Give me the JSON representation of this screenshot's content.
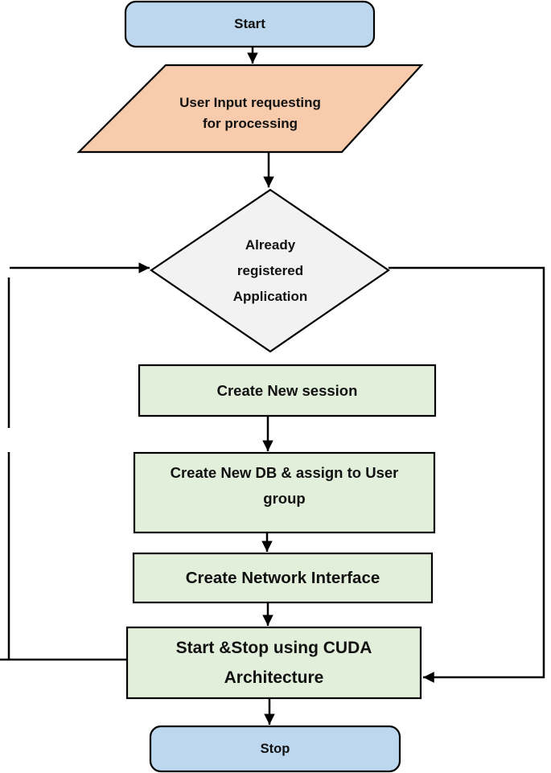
{
  "diagram": {
    "type": "flowchart",
    "nodes": {
      "start": {
        "shape": "terminator",
        "label": "Start"
      },
      "user_input": {
        "shape": "parallelogram-io",
        "line1": "User Input requesting",
        "line2": "for processing"
      },
      "decision": {
        "shape": "diamond-decision",
        "line1": "Already",
        "line2": "registered",
        "line3": "Application"
      },
      "create_session": {
        "shape": "process",
        "label": "Create New session"
      },
      "create_db": {
        "shape": "process",
        "line1": "Create New DB & assign to User",
        "line2": "group"
      },
      "create_network": {
        "shape": "process",
        "label": "Create Network Interface"
      },
      "start_stop": {
        "shape": "process",
        "line1": "Start &Stop using CUDA",
        "line2": "Architecture"
      },
      "stop": {
        "shape": "terminator",
        "label": "Stop"
      }
    },
    "colors": {
      "terminator_fill": "#BDD7EE",
      "io_fill": "#F8CBAD",
      "decision_fill": "#F2F2F2",
      "process_fill": "#E2EFDA",
      "stroke": "#000000"
    }
  }
}
